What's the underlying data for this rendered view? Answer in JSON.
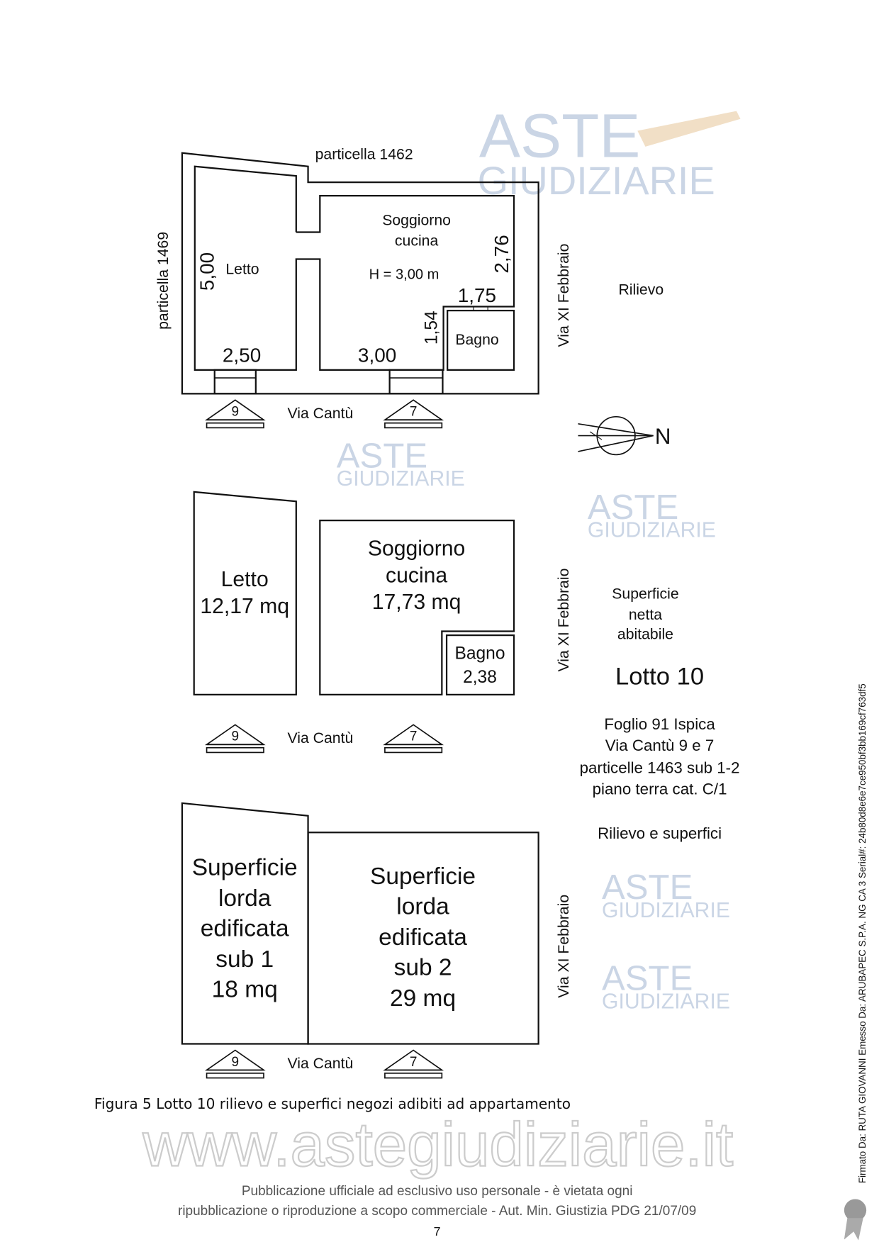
{
  "watermark": {
    "line1": "ASTE",
    "line2": "GIUDIZIARIE",
    "site": "www.astegiudiziarie.it"
  },
  "plan_rilievo": {
    "top_label": "particella 1462",
    "left_label": "particella 1469",
    "right_street": "Via XI Febbraio",
    "bottom_street": "Via Cantù",
    "title": "Rilievo",
    "rooms": {
      "letto": "Letto",
      "soggiorno_1": "Soggiorno",
      "soggiorno_2": "cucina",
      "bagno": "Bagno",
      "height": "H = 3,00 m"
    },
    "dims": {
      "letto_h": "5,00",
      "letto_w": "2,50",
      "sogg_w": "3,00",
      "sogg_h": "2,76",
      "bagno_w": "1,75",
      "bagno_h": "1,54"
    },
    "entrances": [
      "9",
      "7"
    ],
    "north": "N"
  },
  "plan_netta": {
    "right_street": "Via XI Febbraio",
    "bottom_street": "Via Cantù",
    "title": [
      "Superficie",
      "netta",
      "abitabile"
    ],
    "letto": [
      "Letto",
      "12,17 mq"
    ],
    "soggiorno": [
      "Soggiorno",
      "cucina",
      "17,73 mq"
    ],
    "bagno": [
      "Bagno",
      "2,38"
    ],
    "entrances": [
      "9",
      "7"
    ]
  },
  "info": {
    "lotto": "Lotto 10",
    "lines": [
      "Foglio 91 Ispica",
      "Via Cantù 9 e 7",
      "particelle 1463 sub 1-2",
      "piano terra cat. C/1"
    ],
    "subtitle": "Rilievo e superfici"
  },
  "plan_lorda": {
    "right_street": "Via XI Febbraio",
    "bottom_street": "Via Cantù",
    "sub1": [
      "Superficie",
      "lorda",
      "edificata",
      "sub 1",
      "18 mq"
    ],
    "sub2": [
      "Superficie",
      "lorda",
      "edificata",
      "sub 2",
      "29 mq"
    ],
    "entrances": [
      "9",
      "7"
    ]
  },
  "caption": "Figura 5 Lotto 10 rilievo e superfici negozi adibiti ad appartamento",
  "page_number": "7",
  "footer": [
    "Pubblicazione ufficiale ad esclusivo uso personale - è vietata ogni",
    "ripubblicazione o riproduzione a scopo commerciale - Aut. Min. Giustizia PDG 21/07/09"
  ],
  "signature": "Firmato Da: RUTA GIOVANNI Emesso Da: ARUBAPEC S.P.A. NG CA 3 Serial#: 24b80d8e6e7ce950bf3bb169cf763df5"
}
